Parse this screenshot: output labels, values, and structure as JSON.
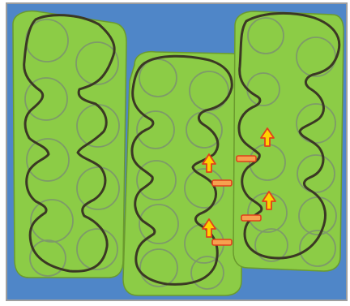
{
  "colors": {
    "background": "#ffffff",
    "panel": "#4f86c8",
    "panel_border": "#9e9e9e",
    "cell_fill": "#8ccc46",
    "cell_edge": "#6b9a2e",
    "outline": "#3b3824",
    "circle": "#7e9a69",
    "arrow_fill": "#ffd200",
    "arrow_stroke": "#e0401c",
    "dash_fill": "#f6a14f"
  },
  "elements": {
    "columns": [
      "left-column",
      "middle-column",
      "right-column"
    ],
    "circles_per_column": [
      10,
      10,
      10
    ],
    "up_arrows": 4,
    "side_dashes": 4
  }
}
